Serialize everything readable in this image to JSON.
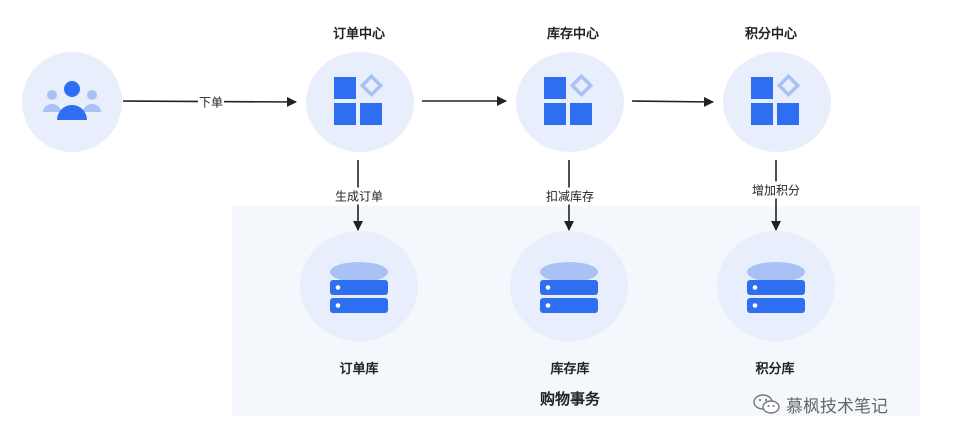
{
  "user": {
    "icon": "users-icon"
  },
  "services": [
    {
      "title": "订单中心",
      "icon": "app-grid-icon"
    },
    {
      "title": "库存中心",
      "icon": "app-grid-icon"
    },
    {
      "title": "积分中心",
      "icon": "app-grid-icon"
    }
  ],
  "databases": [
    {
      "title": "订单库",
      "icon": "database-icon"
    },
    {
      "title": "库存库",
      "icon": "database-icon"
    },
    {
      "title": "积分库",
      "icon": "database-icon"
    }
  ],
  "edges": {
    "place_order": "下单",
    "create_order": "生成订单",
    "deduct_stock": "扣减库存",
    "add_points": "增加积分"
  },
  "transaction": {
    "title": "购物事务"
  },
  "watermark": {
    "text": "慕枫技术笔记",
    "icon": "wechat-icon"
  },
  "colors": {
    "node_bg": "#e8eefb",
    "icon_blue": "#2e6ff2",
    "icon_light": "#a9c2f5",
    "box_bg": "#f4f8fd"
  }
}
